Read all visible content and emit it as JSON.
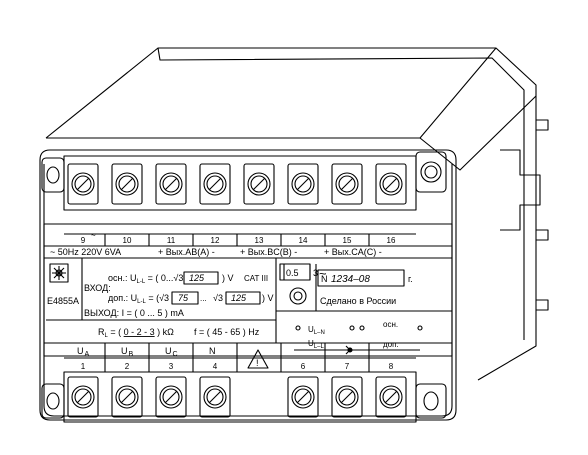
{
  "terminals_top": [
    "9",
    "10",
    "11",
    "12",
    "13",
    "14",
    "15",
    "16"
  ],
  "terminal_9_mark": "~",
  "terminals_bottom": [
    "1",
    "2",
    "3",
    "4",
    "6",
    "7",
    "8"
  ],
  "channel_labels_bottom": [
    "U",
    "U",
    "U",
    "N"
  ],
  "channel_subs_bottom": [
    "A",
    "B",
    "C"
  ],
  "supply_text": "~ 50Hz 220V 6VA",
  "outputs": [
    "+ Вых.AB(A) -",
    "+ Вых.BC(B) -",
    "+ Вых.CA(C) -"
  ],
  "model": "E4855A",
  "input": {
    "label": "ВХОД:",
    "main_prefix": "осн.: U",
    "sub_ll": "L-L",
    "main_mid": " = ( 0...",
    "root": "√3",
    "main_value": "125",
    "main_unit": ") V",
    "cat": "CAT III",
    "add_prefix": "доп.: U",
    "add_mid": " = (",
    "add_value_1": "75",
    "add_dots": "...",
    "add_value_2": "125",
    "add_unit": ") V"
  },
  "output_line": "ВЫХОД: I = ( 0 ... 5 ) mA",
  "load_prefix": "R",
  "load_sub": "L",
  "load_mid": " = ( ",
  "load_value": "0 - 2 - 3",
  "load_unit": " ) kΩ",
  "freq": "f = ( 45 - 65 ) Hz",
  "accuracy": "0.5",
  "phases": "3",
  "ac_symbol": "~",
  "serial_prefix": "N",
  "serial": "1234–08",
  "year_suffix": "г.",
  "made_in": "Сделано  в России",
  "switch": {
    "ln_prefix": "U",
    "ln_sub": "L–N",
    "ll_prefix": "U",
    "ll_sub": "L–L",
    "main": "осн.",
    "additional": "доп."
  },
  "warning_symbol": "!"
}
